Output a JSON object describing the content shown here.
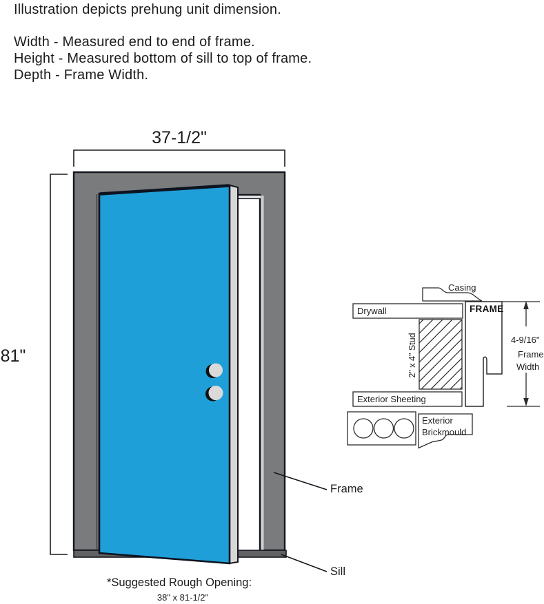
{
  "intro": {
    "title": "Illustration depicts prehung unit dimension.",
    "width_line": "Width - Measured end to end of frame.",
    "height_line": "Height - Measured bottom of sill to top of frame.",
    "depth_line": "Depth - Frame Width."
  },
  "door_diagram": {
    "width_dim": "37-1/2\"",
    "height_dim": "81\"",
    "frame_label": "Frame",
    "sill_label": "Sill",
    "rough_opening_title": "*Suggested Rough Opening:",
    "rough_opening_value": "38\" x 81-1/2\"",
    "door_color": "#1f9fd8",
    "frame_color": "#7a7b7d",
    "sill_color": "#616264",
    "edge_color": "#d7d7d7",
    "knob_color": "#dadada"
  },
  "cross_section": {
    "casing": "Casing",
    "drywall": "Drywall",
    "stud": "2\" x 4\"  Stud",
    "frame": "FRAME",
    "dim": "4-9/16\"",
    "dim_word1": "Frame",
    "dim_word2": "Width",
    "sheeting": "Exterior Sheeting",
    "brickmould_line1": "Exterior",
    "brickmould_line2": "Brickmould"
  }
}
